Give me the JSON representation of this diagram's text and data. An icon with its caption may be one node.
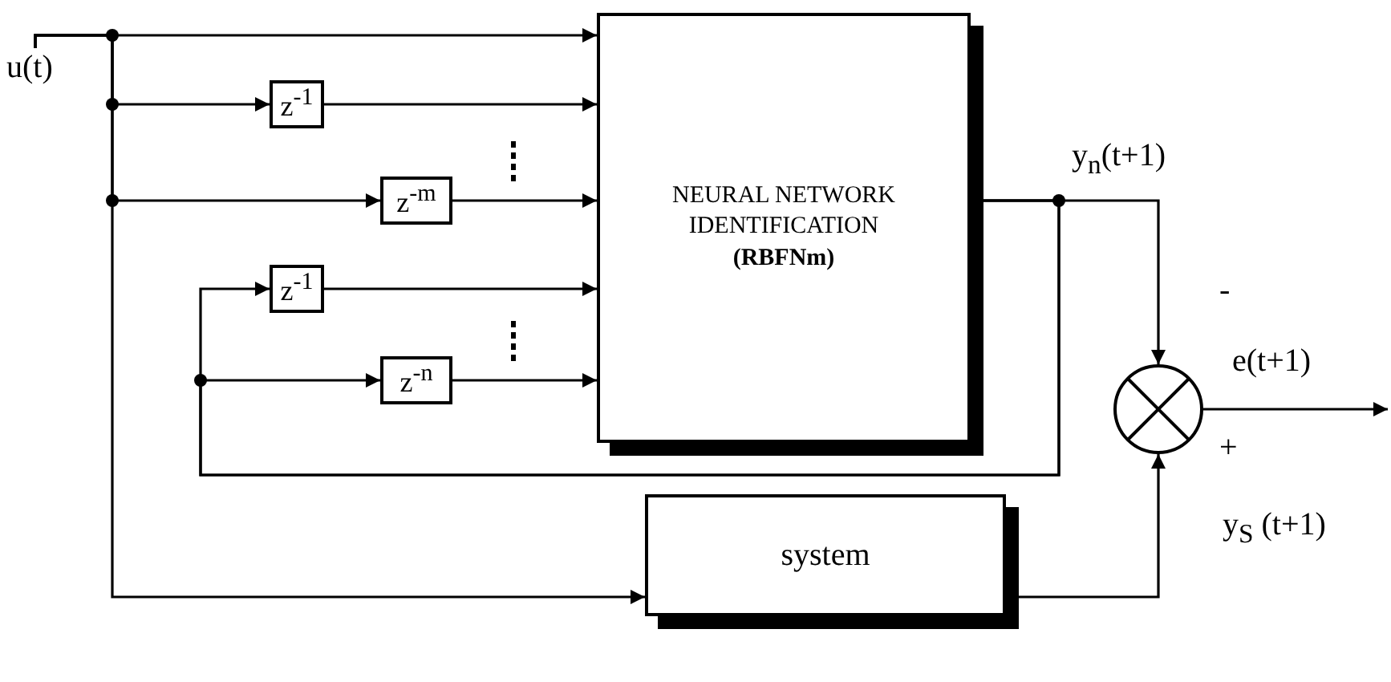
{
  "diagram": {
    "nodes": [
      {
        "text": [
          "u(t)"
        ]
      },
      {
        "text": [
          "z$^{-1}$"
        ]
      },
      {
        "text": [
          "z$^{-m}$"
        ]
      },
      {
        "text": [
          "z$^{-1}$"
        ]
      },
      {
        "text": [
          "z$^{-n}$"
        ]
      },
      {
        "text": [
          "NEURAL NETWORK IDENTIFICATION",
          "(RBFNm)"
        ]
      },
      {
        "text": [],
        "shape": "circle"
      },
      {
        "text": [
          "system"
        ]
      }
    ],
    "edges": [
      {
        "from": 0,
        "to": 5,
        "arrow": "to"
      },
      {
        "from": 0,
        "to": 1,
        "arrow": "to"
      },
      {
        "from": 0,
        "to": 2,
        "arrow": "to"
      },
      {
        "from": 0,
        "to": 7,
        "arrow": "to"
      },
      {
        "from": 1,
        "to": 5,
        "arrow": "to"
      },
      {
        "from": 2,
        "to": 5,
        "arrow": "to"
      },
      {
        "from": 3,
        "to": 5,
        "arrow": "to"
      },
      {
        "from": 4,
        "to": 5,
        "arrow": "to"
      },
      {
        "from": 5,
        "to": 6,
        "arrow": "to",
        "label": "y$_{n}$(t+1)"
      },
      {
        "from": 5,
        "to": 3,
        "arrow": "to"
      },
      {
        "from": 5,
        "to": 4,
        "arrow": "to"
      },
      {
        "from": 7,
        "to": 6,
        "arrow": "to",
        "label": "y$_{S}$ (t+1)"
      },
      {
        "from": 6,
        "to": null,
        "arrow": "to",
        "label": "e(t+1)"
      }
    ],
    "labels": [
      "-",
      "+"
    ]
  }
}
